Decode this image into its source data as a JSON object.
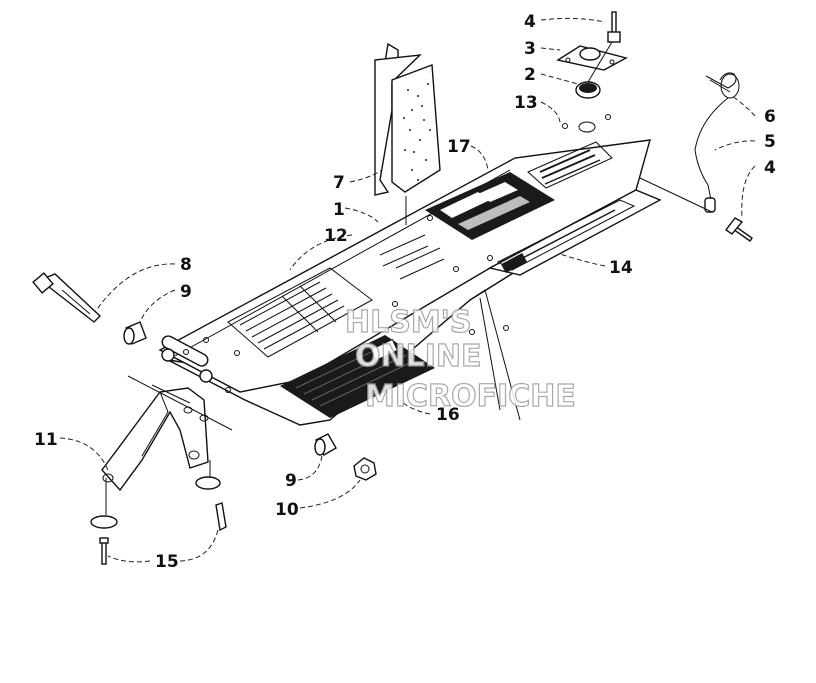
{
  "watermark": {
    "line1": "HLSM'S",
    "line2": "ONLINE",
    "line3": "MICROFICHE"
  },
  "callouts": [
    {
      "id": "c4-top",
      "label": "4"
    },
    {
      "id": "c3",
      "label": "3"
    },
    {
      "id": "c2",
      "label": "2"
    },
    {
      "id": "c13",
      "label": "13"
    },
    {
      "id": "c6",
      "label": "6"
    },
    {
      "id": "c5",
      "label": "5"
    },
    {
      "id": "c4-right",
      "label": "4"
    },
    {
      "id": "c17",
      "label": "17"
    },
    {
      "id": "c7",
      "label": "7"
    },
    {
      "id": "c1",
      "label": "1"
    },
    {
      "id": "c12",
      "label": "12"
    },
    {
      "id": "c8",
      "label": "8"
    },
    {
      "id": "c9-left",
      "label": "9"
    },
    {
      "id": "c14",
      "label": "14"
    },
    {
      "id": "c16",
      "label": "16"
    },
    {
      "id": "c11",
      "label": "11"
    },
    {
      "id": "c9-bottom",
      "label": "9"
    },
    {
      "id": "c10",
      "label": "10"
    },
    {
      "id": "c15",
      "label": "15"
    }
  ],
  "colors": {
    "line": "#111111",
    "decal": "#1a1a1a",
    "watermark_stroke": "#9a9a9a"
  }
}
